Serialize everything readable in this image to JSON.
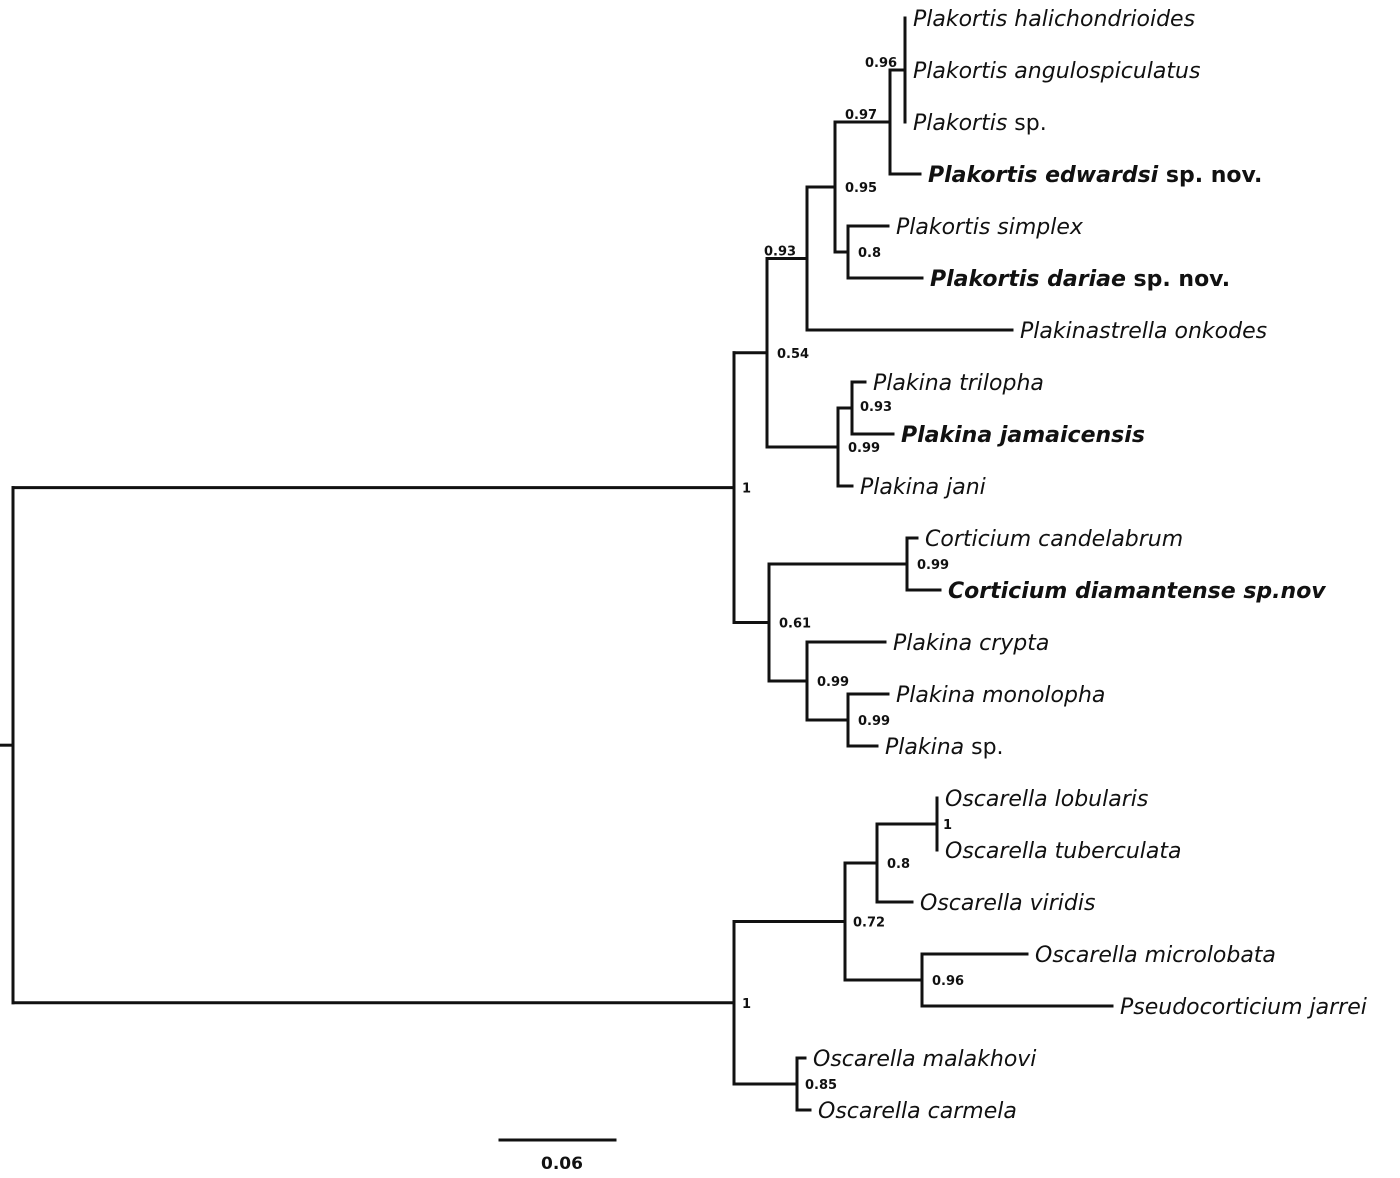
{
  "taxa": [
    {
      "id": "halichondrioides",
      "parts": [
        {
          "text": "Plakortis halichondrioides"
        }
      ]
    },
    {
      "id": "angulospiculatus",
      "parts": [
        {
          "text": "Plakortis angulospiculatus"
        }
      ]
    },
    {
      "id": "plakortis_sp",
      "parts": [
        {
          "text": "Plakortis"
        },
        {
          "text": " sp.",
          "upright": true
        }
      ]
    },
    {
      "id": "edwardsi",
      "parts": [
        {
          "text": "Plakortis edwardsi",
          "bold": true
        },
        {
          "text": " sp. nov.",
          "bold": true,
          "upright": true
        }
      ]
    },
    {
      "id": "simplex",
      "parts": [
        {
          "text": "Plakortis simplex"
        }
      ]
    },
    {
      "id": "dariae",
      "parts": [
        {
          "text": "Plakortis dariae",
          "bold": true
        },
        {
          "text": " sp. nov.",
          "bold": true,
          "upright": true
        }
      ]
    },
    {
      "id": "onkodes",
      "parts": [
        {
          "text": "Plakinastrella onkodes"
        }
      ]
    },
    {
      "id": "trilopha",
      "parts": [
        {
          "text": "Plakina trilopha"
        }
      ]
    },
    {
      "id": "jamaicensis",
      "parts": [
        {
          "text": "Plakina",
          "bold": true
        },
        {
          "text": " jamaicensis",
          "bold": true
        }
      ]
    },
    {
      "id": "jani",
      "parts": [
        {
          "text": "Plakina jani"
        }
      ]
    },
    {
      "id": "candelabrum",
      "parts": [
        {
          "text": "Corticium candelabrum"
        }
      ]
    },
    {
      "id": "diamantense",
      "parts": [
        {
          "text": "Corticium diamantense sp.nov",
          "bold": true
        }
      ]
    },
    {
      "id": "crypta",
      "parts": [
        {
          "text": "Plakina crypta"
        }
      ]
    },
    {
      "id": "monolopha",
      "parts": [
        {
          "text": "Plakina monolopha"
        }
      ]
    },
    {
      "id": "plakina_sp",
      "parts": [
        {
          "text": "Plakina"
        },
        {
          "text": " sp.",
          "upright": true
        }
      ]
    },
    {
      "id": "lobularis",
      "parts": [
        {
          "text": "Oscarella lobularis"
        }
      ]
    },
    {
      "id": "tuberculata",
      "parts": [
        {
          "text": "Oscarella tuberculata"
        }
      ]
    },
    {
      "id": "viridis",
      "parts": [
        {
          "text": "Oscarella viridis"
        }
      ]
    },
    {
      "id": "microlobata",
      "parts": [
        {
          "text": "Oscarella microlobata"
        }
      ]
    },
    {
      "id": "jarrei",
      "parts": [
        {
          "text": "Pseudocorticium jarrei"
        }
      ]
    },
    {
      "id": "malakhovi",
      "parts": [
        {
          "text": "Oscarella malakhovi"
        }
      ]
    },
    {
      "id": "carmela",
      "parts": [
        {
          "text": "Oscarella carmela"
        }
      ]
    }
  ],
  "support_values": [
    {
      "clade": "plakortis_core",
      "value": "0.96"
    },
    {
      "clade": "plakortis_with_edwardsi",
      "value": "0.97"
    },
    {
      "clade": "plakortis_genus",
      "value": "0.95"
    },
    {
      "clade": "simplex_dariae",
      "value": "0.8"
    },
    {
      "clade": "plakortis_plakinastrella",
      "value": "0.93"
    },
    {
      "clade": "plakortidae_plakina_trio",
      "value": "0.54"
    },
    {
      "clade": "trilopha_jamaicensis",
      "value": "0.93"
    },
    {
      "clade": "plakina_trio",
      "value": "0.99"
    },
    {
      "clade": "plakinidae",
      "value": "1"
    },
    {
      "clade": "corticium",
      "value": "0.99"
    },
    {
      "clade": "corticium_plakina",
      "value": "0.61"
    },
    {
      "clade": "plakina_crypta_group",
      "value": "0.99"
    },
    {
      "clade": "monolopha_sp",
      "value": "0.99"
    },
    {
      "clade": "lobularis_tuberculata",
      "value": "1"
    },
    {
      "clade": "oscarella_core",
      "value": "0.8"
    },
    {
      "clade": "oscarellidae_main",
      "value": "0.72"
    },
    {
      "clade": "microlobata_jarrei",
      "value": "0.96"
    },
    {
      "clade": "oscarellidae",
      "value": "1"
    },
    {
      "clade": "malakhovi_carmela",
      "value": "0.85"
    }
  ],
  "scale_bar": {
    "label": "0.06",
    "value": 0.06
  }
}
